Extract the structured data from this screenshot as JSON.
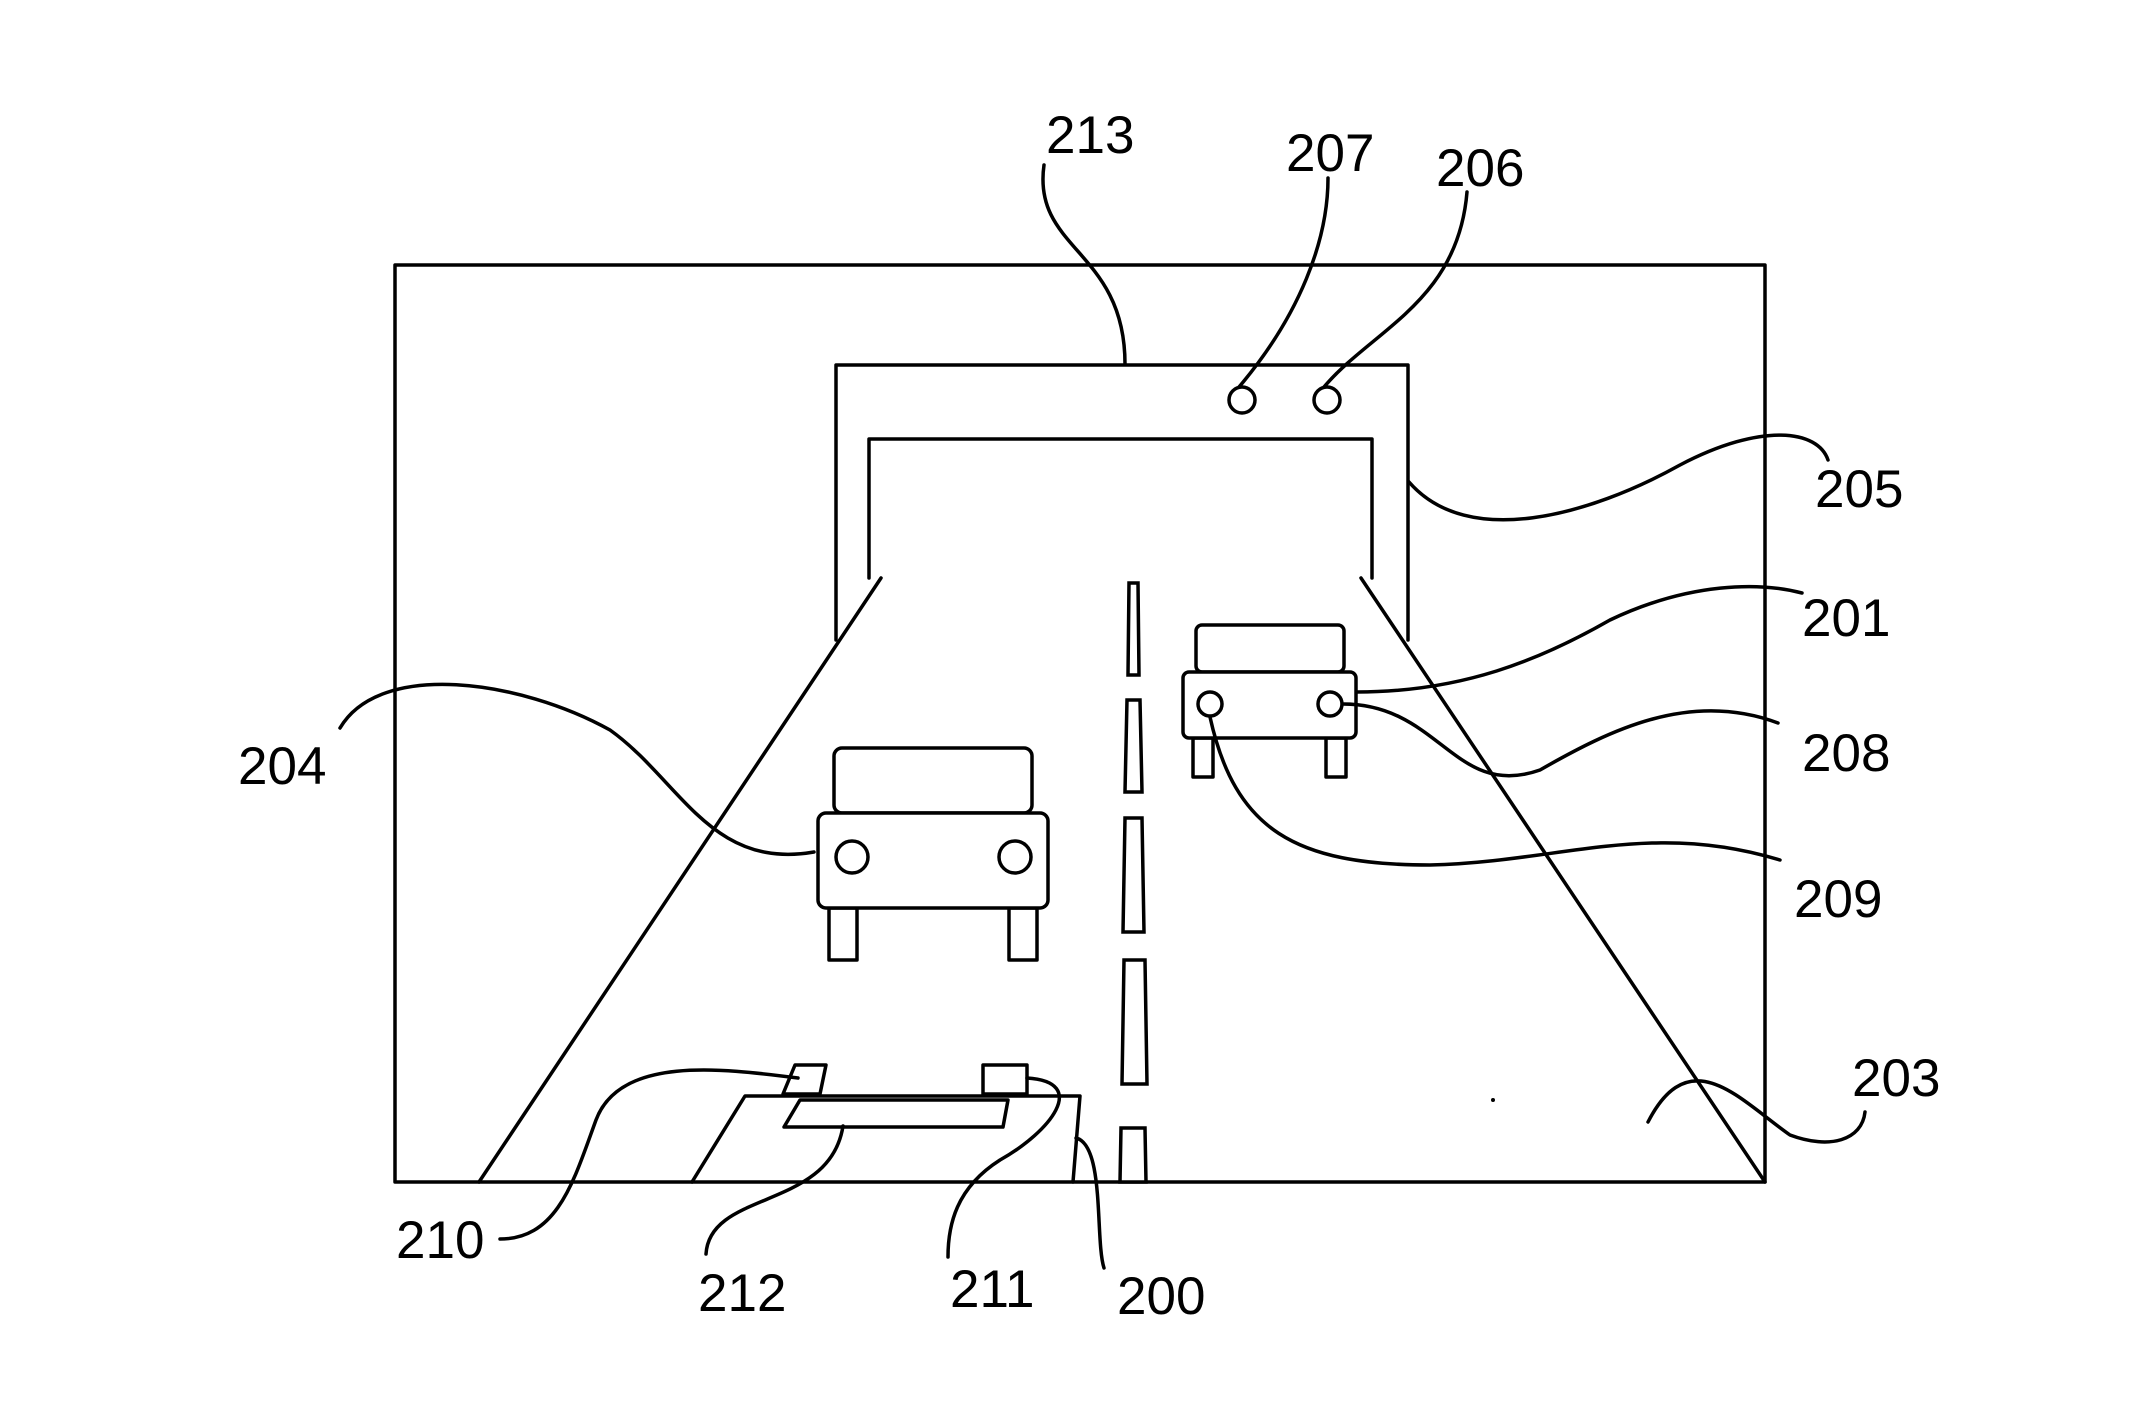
{
  "figure": {
    "labels": {
      "l200": "200",
      "l201": "201",
      "l203": "203",
      "l204": "204",
      "l205": "205",
      "l206": "206",
      "l207": "207",
      "l208": "208",
      "l209": "209",
      "l210": "210",
      "l211": "211",
      "l212": "212",
      "l213": "213"
    }
  }
}
